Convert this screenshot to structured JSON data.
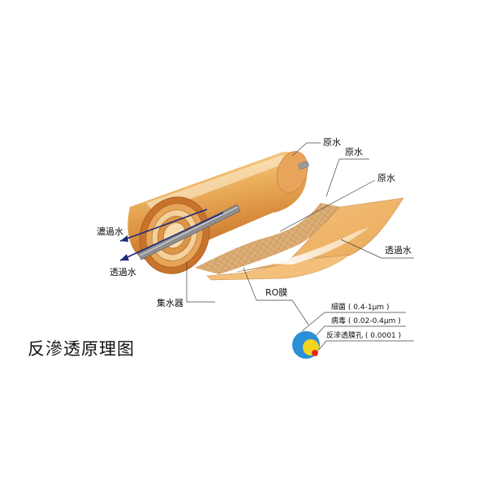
{
  "title": "反滲透原理图",
  "labels": {
    "raw_water_1": "原水",
    "raw_water_2": "原水",
    "raw_water_3": "原水",
    "concentrate": "濃過水",
    "permeate_left": "透過水",
    "permeate_right": "透過水",
    "collector": "集水器",
    "ro_membrane": "RO膜"
  },
  "sizes": [
    {
      "name": "細菌",
      "range": "0.4-1μm",
      "color": "#2b8fd8"
    },
    {
      "name": "病毒",
      "range": "0.02-0.4μm",
      "color": "#f2d51c"
    },
    {
      "name": "反滲透膜孔",
      "range": "0.0001",
      "color": "#e62a1e"
    }
  ]
}
